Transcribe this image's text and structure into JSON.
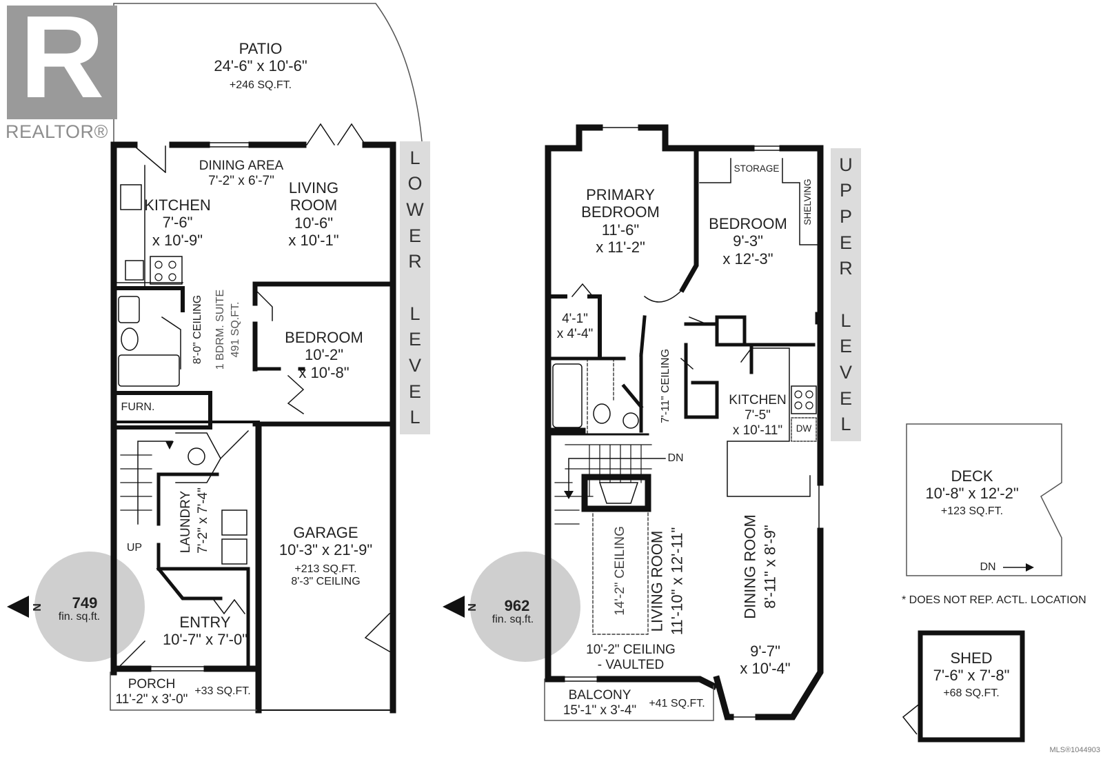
{
  "branding": {
    "logo_letter": "R",
    "logo_word": "REALTOR®"
  },
  "lower": {
    "level_label": "LOWER LEVEL",
    "fin_area": "749",
    "fin_unit": "fin. sq.ft.",
    "north": "N",
    "patio": {
      "name": "PATIO",
      "dims": "24'-6\" x 10'-6\"",
      "area": "+246 SQ.FT."
    },
    "dining": {
      "name": "DINING AREA",
      "dims": "7'-2\" x 6'-7\""
    },
    "kitchen": {
      "name": "KITCHEN",
      "dims1": "7'-6\"",
      "dims2": "x 10'-9\""
    },
    "living": {
      "name1": "LIVING",
      "name2": "ROOM",
      "dims1": "10'-6\"",
      "dims2": "x 10'-1\""
    },
    "ceiling": "8'-0\" CEILING",
    "suite1": "1 BDRM. SUITE",
    "suite2": "491 SQ.FT.",
    "bedroom": {
      "name": "BEDROOM",
      "dims1": "10'-2\"",
      "dims2": "x 10'-8\""
    },
    "furn": "FURN.",
    "laundry": {
      "name": "LAUNDRY",
      "dims": "7'-2\" x 7'-4\""
    },
    "up": "UP",
    "garage": {
      "name": "GARAGE",
      "dims": "10'-3\" x 21'-9\"",
      "area": "+213 SQ.FT.",
      "ceiling": "8'-3\" CEILING"
    },
    "entry": {
      "name": "ENTRY",
      "dims": "10'-7\" x 7'-0\""
    },
    "porch": {
      "name": "PORCH",
      "dims": "11'-2\" x 3'-0\"",
      "area": "+33 SQ.FT."
    }
  },
  "upper": {
    "level_label": "UPPER LEVEL",
    "fin_area": "962",
    "fin_unit": "fin. sq.ft.",
    "north": "N",
    "primary": {
      "name1": "PRIMARY",
      "name2": "BEDROOM",
      "dims1": "11'-6\"",
      "dims2": "x 11'-2\""
    },
    "storage": "STORAGE",
    "shelving": "SHELVING",
    "bedroom": {
      "name": "BEDROOM",
      "dims1": "9'-3\"",
      "dims2": "x 12'-3\""
    },
    "closet": {
      "dims1": "4'-1\"",
      "dims2": "x 4'-4\""
    },
    "hall_ceiling": "7'-11\" CEILING",
    "kitchen": {
      "name": "KITCHEN",
      "dims1": "7'-5\"",
      "dims2": "x 10'-11\""
    },
    "dw": "DW",
    "dn": "DN",
    "living_ceiling": "14'-2\" CEILING",
    "living": "LIVING ROOM",
    "living_dims": "11'-10\" x 12'-11\"",
    "dining": "DINING ROOM",
    "dining_dims": "8'-11\" x 8'-9\"",
    "vault1": "10'-2\" CEILING",
    "vault2": "- VAULTED",
    "nook": {
      "dims1": "9'-7\"",
      "dims2": "x 10'-4\""
    },
    "balcony": {
      "name": "BALCONY",
      "dims": "15'-1\" x 3'-4\"",
      "area": "+41 SQ.FT."
    }
  },
  "deck": {
    "name": "DECK",
    "dims": "10'-8\" x 12'-2\"",
    "area": "+123 SQ.FT.",
    "dn": "DN"
  },
  "note": "* DOES NOT REP. ACTL. LOCATION",
  "shed": {
    "name": "SHED",
    "dims": "7'-6\" x 7'-8\"",
    "area": "+68 SQ.FT."
  },
  "mls": "MLS®1044903"
}
